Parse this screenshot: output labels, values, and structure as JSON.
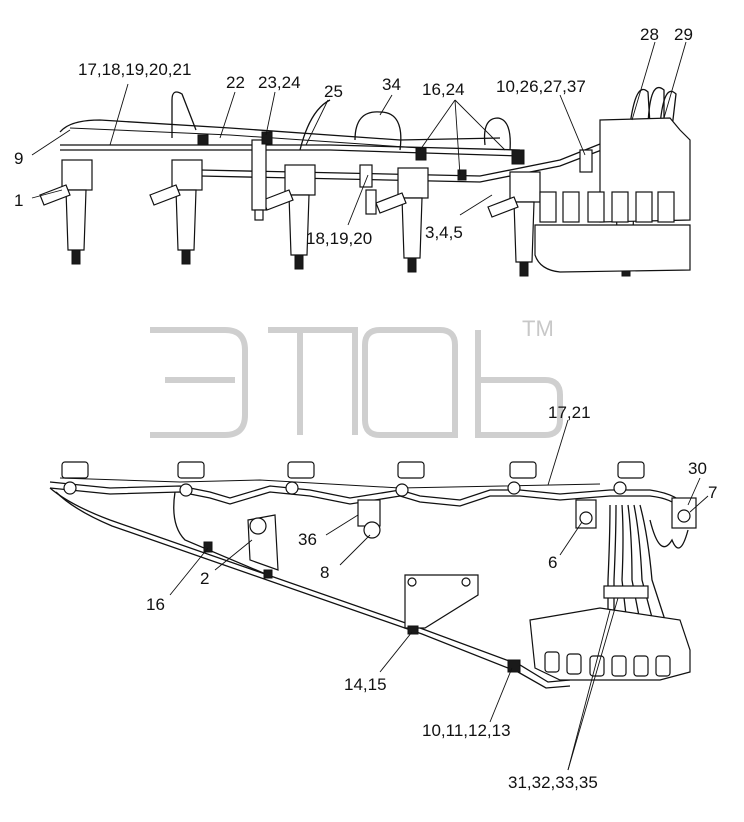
{
  "watermark": {
    "text": "TM"
  },
  "callouts": [
    {
      "id": "c9",
      "text": "9"
    },
    {
      "id": "c1",
      "text": "1"
    },
    {
      "id": "c17_21",
      "text": "17,18,19,20,21"
    },
    {
      "id": "c22",
      "text": "22"
    },
    {
      "id": "c23_24",
      "text": "23,24"
    },
    {
      "id": "c25",
      "text": "25"
    },
    {
      "id": "c34",
      "text": "34"
    },
    {
      "id": "c16_24",
      "text": "16,24"
    },
    {
      "id": "c10_37",
      "text": "10,26,27,37"
    },
    {
      "id": "c28",
      "text": "28"
    },
    {
      "id": "c29",
      "text": "29"
    },
    {
      "id": "c18_20",
      "text": "18,19,20"
    },
    {
      "id": "c3_5",
      "text": "3,4,5"
    },
    {
      "id": "c17_21b",
      "text": "17,21"
    },
    {
      "id": "c30",
      "text": "30"
    },
    {
      "id": "c7",
      "text": "7"
    },
    {
      "id": "c36",
      "text": "36"
    },
    {
      "id": "c8",
      "text": "8"
    },
    {
      "id": "c6",
      "text": "6"
    },
    {
      "id": "c2",
      "text": "2"
    },
    {
      "id": "c16",
      "text": "16"
    },
    {
      "id": "c14_15",
      "text": "14,15"
    },
    {
      "id": "c10_13",
      "text": "10,11,12,13"
    },
    {
      "id": "c31_35",
      "text": "31,32,33,35"
    }
  ]
}
